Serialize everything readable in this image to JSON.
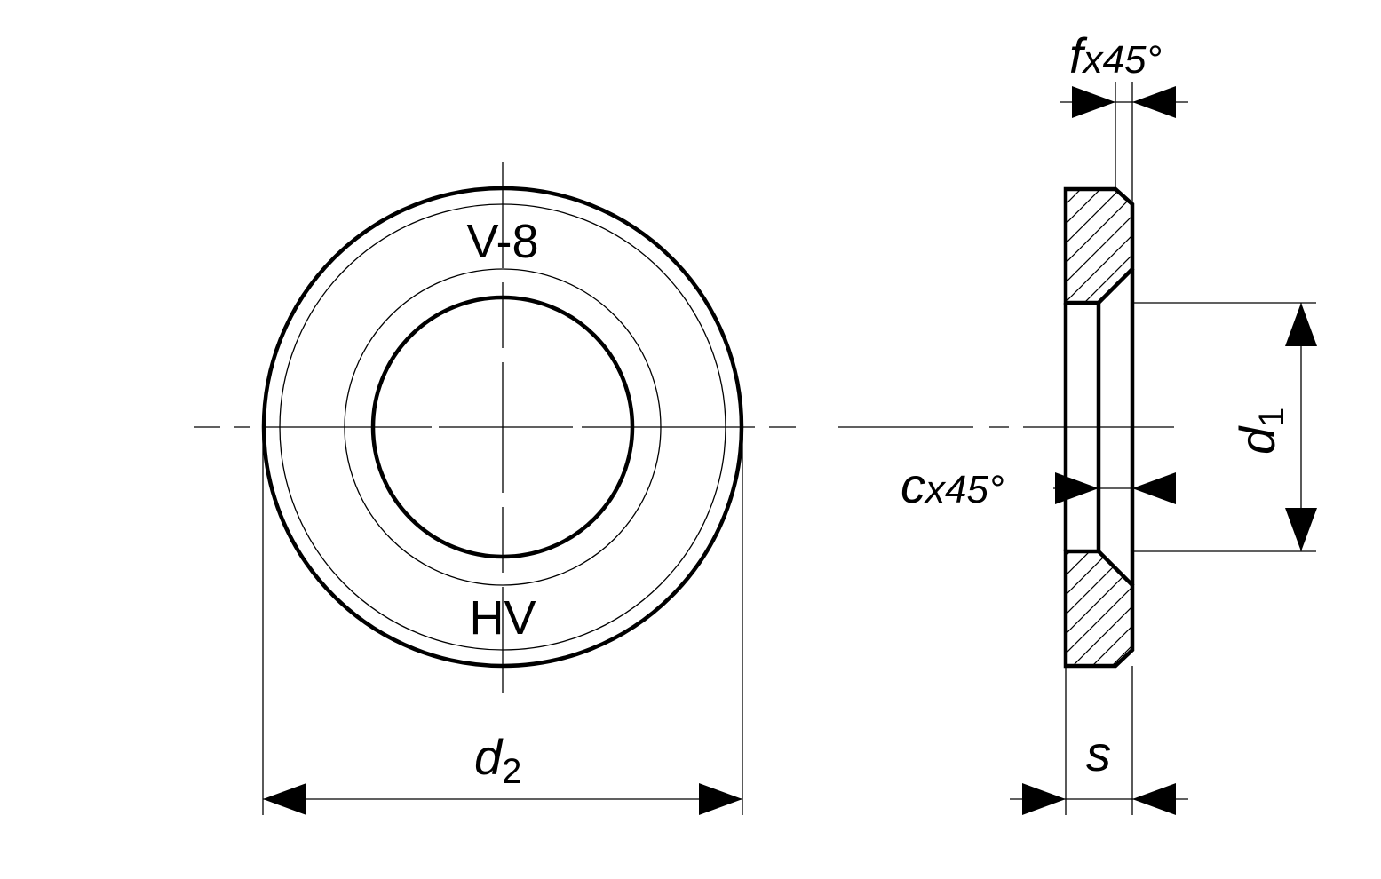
{
  "colors": {
    "ink": "#000000",
    "paper": "#ffffff"
  },
  "markings": {
    "top": "V-8",
    "bottom": "HV"
  },
  "dimensions": {
    "d2": {
      "symbol": "d",
      "subscript": "2"
    },
    "d1": {
      "symbol": "d",
      "subscript": "1"
    },
    "s": {
      "symbol": "s"
    },
    "f": {
      "symbol": "f",
      "suffix": "x45°"
    },
    "c": {
      "symbol": "c",
      "suffix": "x45°"
    }
  }
}
